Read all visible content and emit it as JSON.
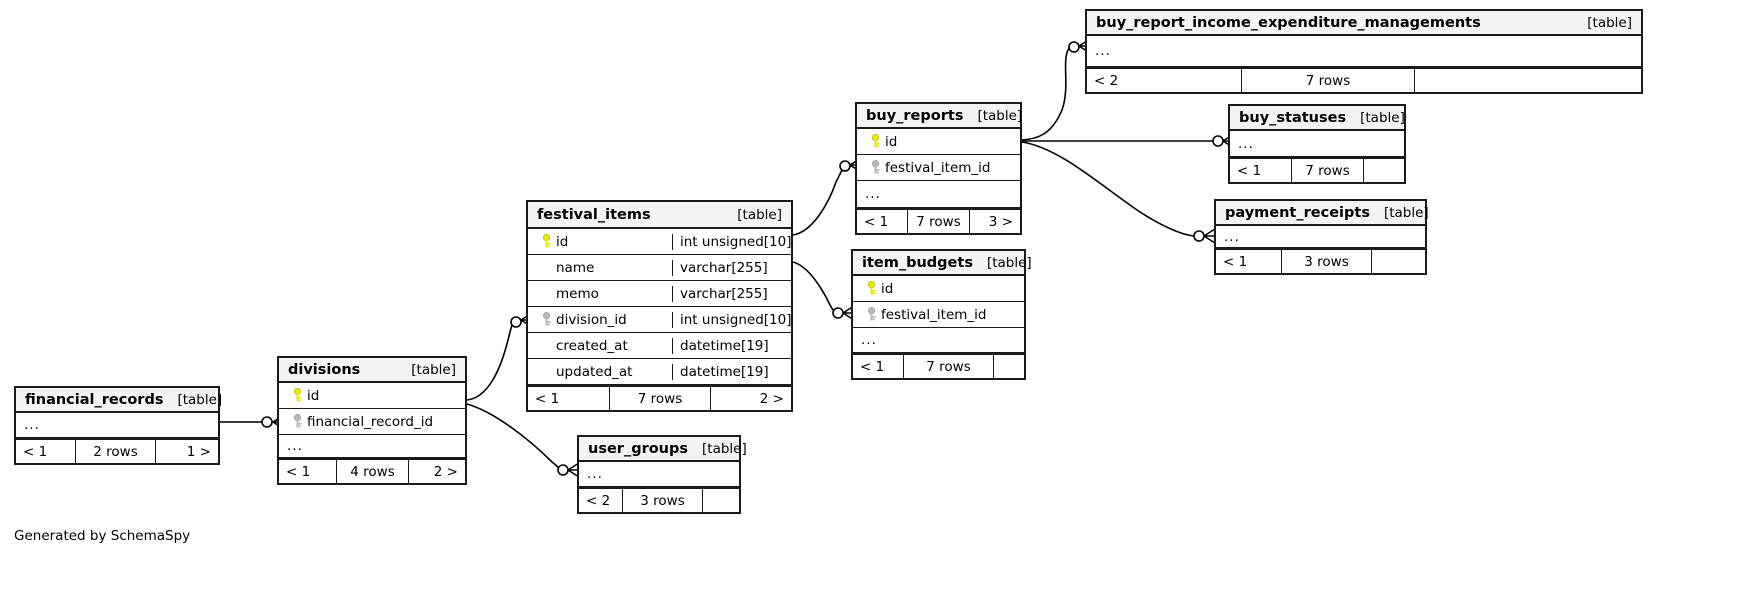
{
  "diagram": {
    "generator_credit": "Generated by SchemaSpy",
    "table_tag": "[table]",
    "ellipsis": "...",
    "colors": {
      "primary_key": "#e8e800",
      "foreign_key": "#b0b0b0",
      "border": "#1a1a1a",
      "header_bg": "#f4f4f4",
      "background": "#ffffff"
    }
  },
  "tables": {
    "financial_records": {
      "name": "financial_records",
      "tag": "[table]",
      "rows": [
        {
          "label": "...",
          "key": "none",
          "type": ""
        }
      ],
      "footer": {
        "left": "< 1",
        "center": "2 rows",
        "right": "1 >"
      }
    },
    "divisions": {
      "name": "divisions",
      "tag": "[table]",
      "rows": [
        {
          "label": "id",
          "key": "primary",
          "type": ""
        },
        {
          "label": "financial_record_id",
          "key": "foreign",
          "type": ""
        },
        {
          "label": "...",
          "key": "none",
          "type": ""
        }
      ],
      "footer": {
        "left": "< 1",
        "center": "4 rows",
        "right": "2 >"
      }
    },
    "user_groups": {
      "name": "user_groups",
      "tag": "[table]",
      "rows": [
        {
          "label": "...",
          "key": "none",
          "type": ""
        }
      ],
      "footer": {
        "left": "< 2",
        "center": "3 rows",
        "right": ""
      }
    },
    "festival_items": {
      "name": "festival_items",
      "tag": "[table]",
      "rows": [
        {
          "label": "id",
          "key": "primary",
          "type": "int unsigned[10]"
        },
        {
          "label": "name",
          "key": "none",
          "type": "varchar[255]"
        },
        {
          "label": "memo",
          "key": "none",
          "type": "varchar[255]"
        },
        {
          "label": "division_id",
          "key": "foreign",
          "type": "int unsigned[10]"
        },
        {
          "label": "created_at",
          "key": "none",
          "type": "datetime[19]"
        },
        {
          "label": "updated_at",
          "key": "none",
          "type": "datetime[19]"
        }
      ],
      "footer": {
        "left": "< 1",
        "center": "7 rows",
        "right": "2 >"
      }
    },
    "buy_reports": {
      "name": "buy_reports",
      "tag": "[table]",
      "rows": [
        {
          "label": "id",
          "key": "primary",
          "type": ""
        },
        {
          "label": "festival_item_id",
          "key": "foreign",
          "type": ""
        },
        {
          "label": "...",
          "key": "none",
          "type": ""
        }
      ],
      "footer": {
        "left": "< 1",
        "center": "7 rows",
        "right": "3 >"
      }
    },
    "item_budgets": {
      "name": "item_budgets",
      "tag": "[table]",
      "rows": [
        {
          "label": "id",
          "key": "primary",
          "type": ""
        },
        {
          "label": "festival_item_id",
          "key": "foreign",
          "type": ""
        },
        {
          "label": "...",
          "key": "none",
          "type": ""
        }
      ],
      "footer": {
        "left": "< 1",
        "center": "7 rows",
        "right": ""
      }
    },
    "buy_report_income_expenditure_managements": {
      "name": "buy_report_income_expenditure_managements",
      "tag": "[table]",
      "rows": [
        {
          "label": "...",
          "key": "none",
          "type": ""
        }
      ],
      "footer": {
        "left": "< 2",
        "center": "7 rows",
        "right": ""
      }
    },
    "buy_statuses": {
      "name": "buy_statuses",
      "tag": "[table]",
      "rows": [
        {
          "label": "...",
          "key": "none",
          "type": ""
        }
      ],
      "footer": {
        "left": "< 1",
        "center": "7 rows",
        "right": ""
      }
    },
    "payment_receipts": {
      "name": "payment_receipts",
      "tag": "[table]",
      "rows": [
        {
          "label": "...",
          "key": "none",
          "type": ""
        }
      ],
      "footer": {
        "left": "< 1",
        "center": "3 rows",
        "right": ""
      }
    }
  },
  "relationships": [
    {
      "from": "financial_records",
      "to": "divisions"
    },
    {
      "from": "divisions",
      "to": "festival_items"
    },
    {
      "from": "divisions",
      "to": "user_groups"
    },
    {
      "from": "festival_items",
      "to": "buy_reports"
    },
    {
      "from": "festival_items",
      "to": "item_budgets"
    },
    {
      "from": "buy_reports",
      "to": "buy_report_income_expenditure_managements"
    },
    {
      "from": "buy_reports",
      "to": "buy_statuses"
    },
    {
      "from": "buy_reports",
      "to": "payment_receipts"
    }
  ]
}
